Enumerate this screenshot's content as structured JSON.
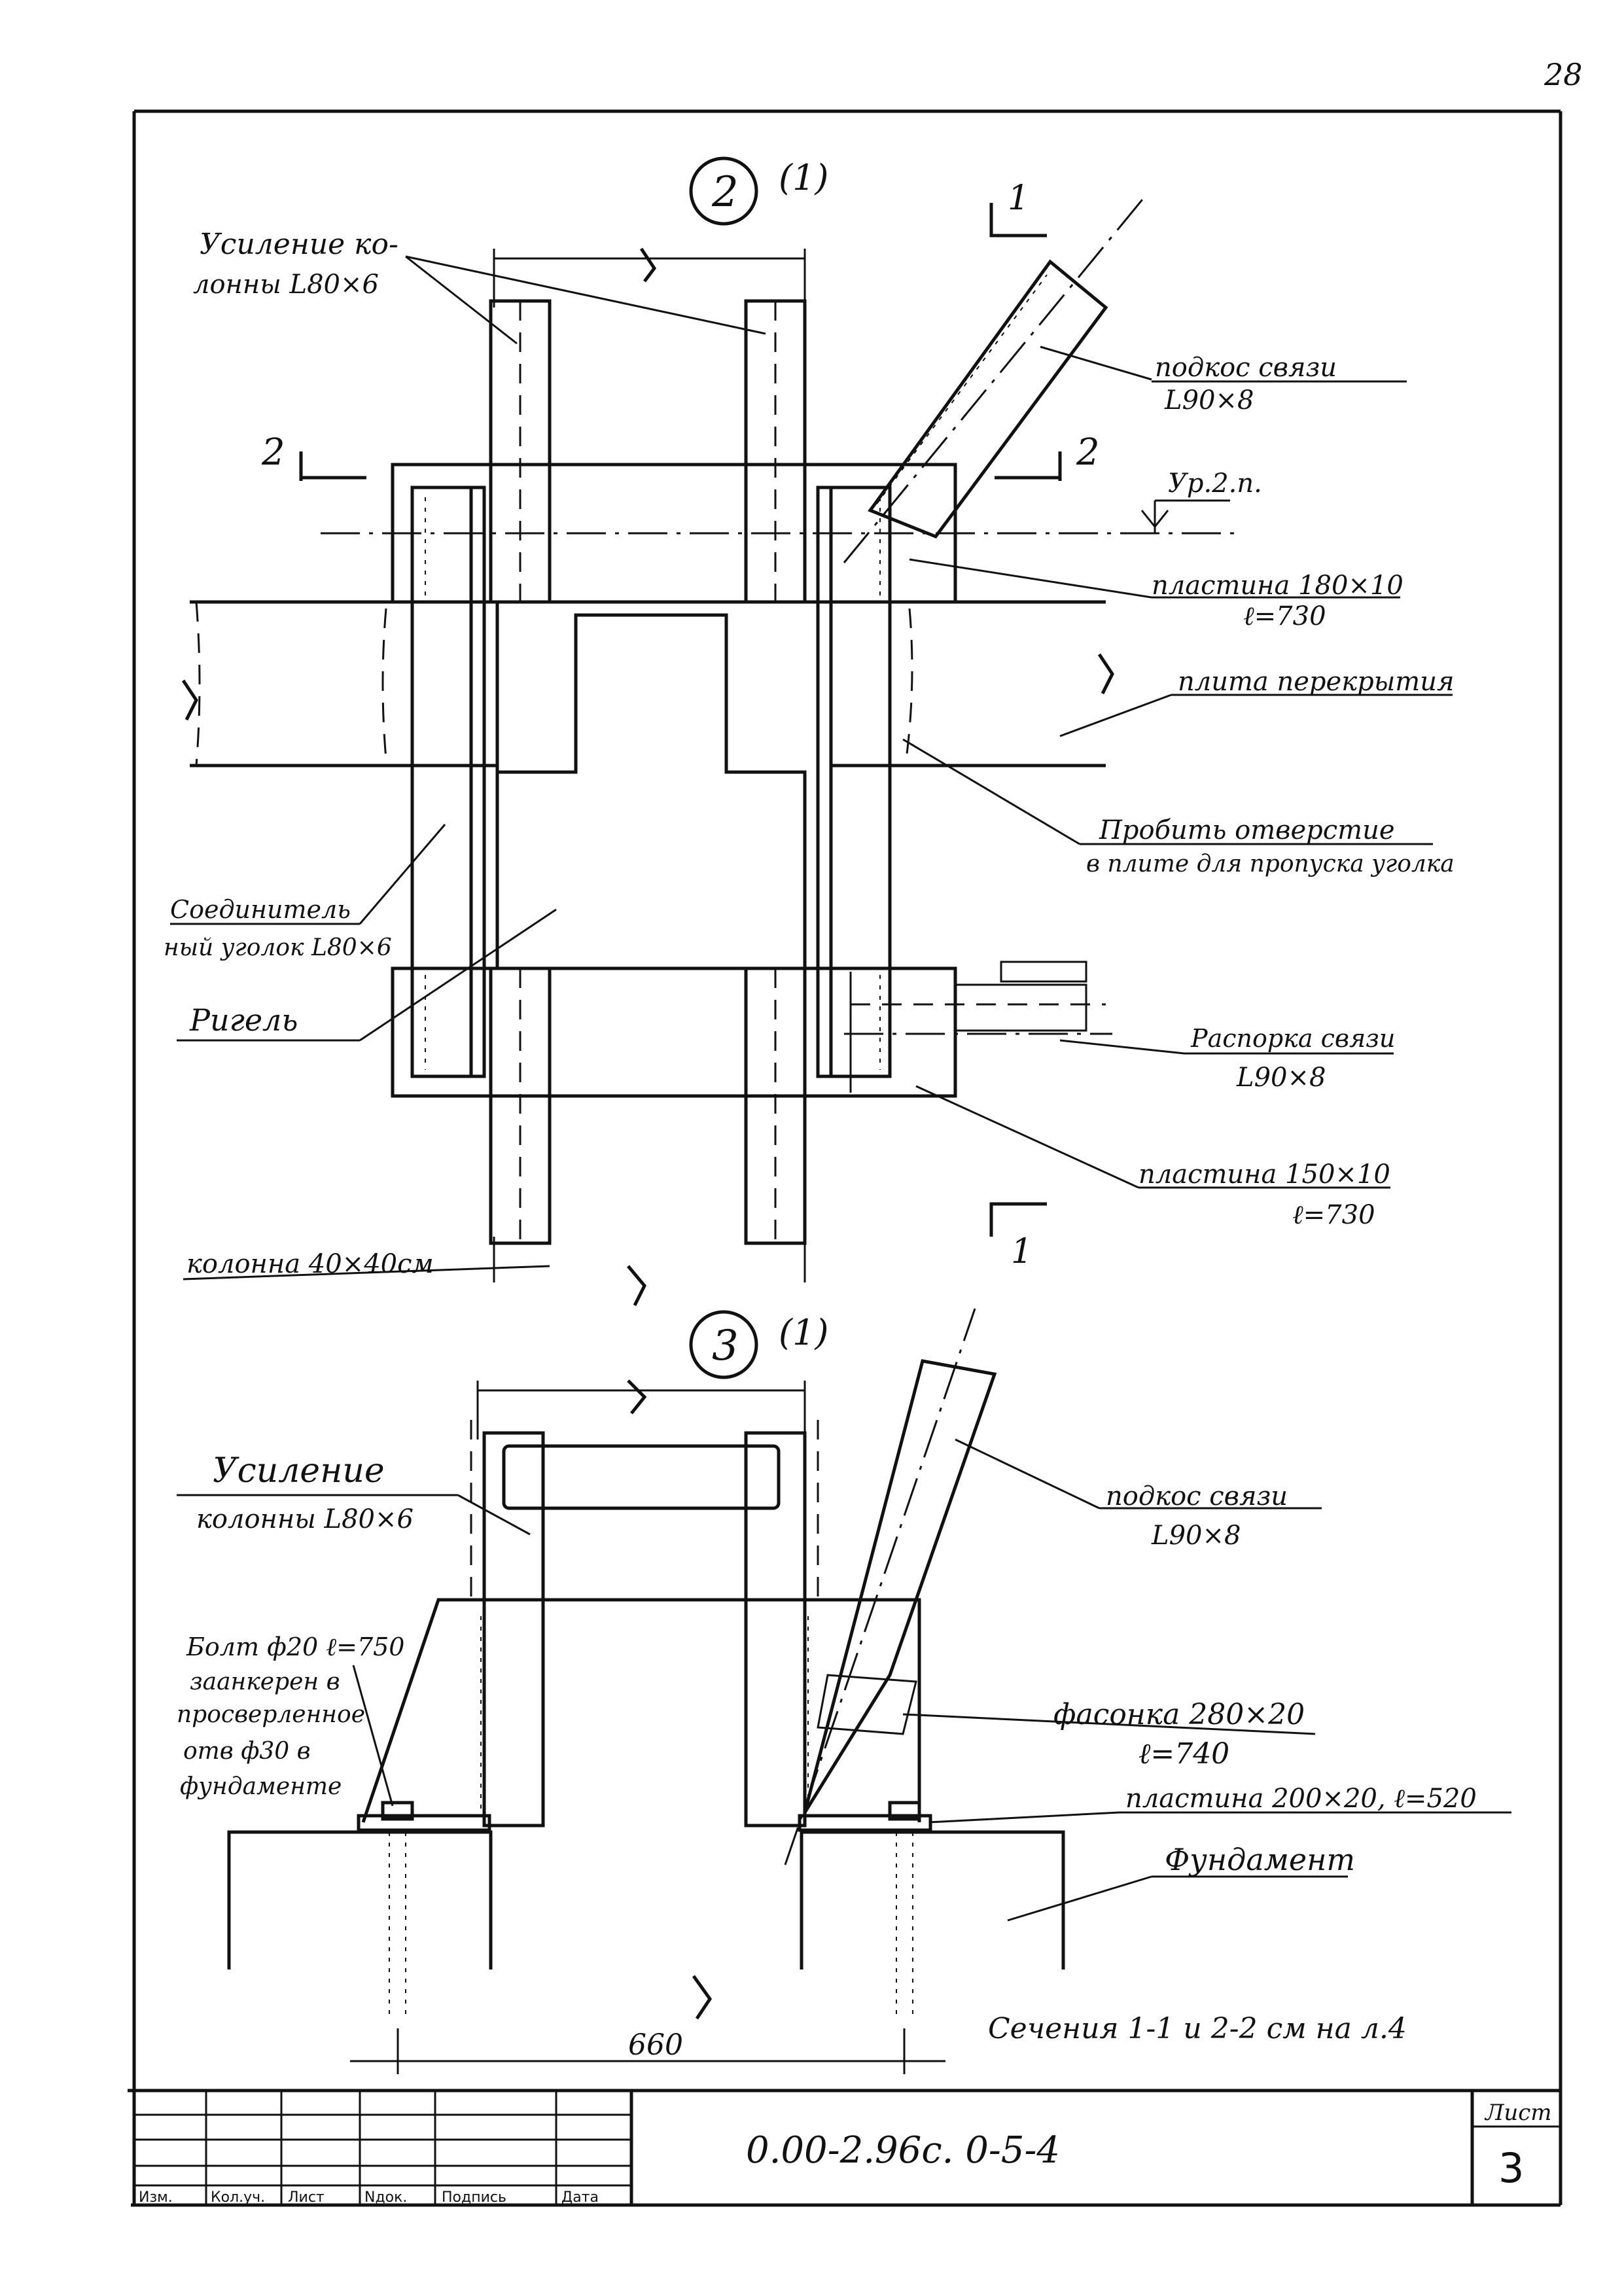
{
  "page_number": "28",
  "detail_2": {
    "number": "2",
    "ref": "(1)",
    "labels": {
      "column_reinf": [
        "Усиление ко-",
        "лонны L80×6"
      ],
      "brace": [
        "подкос связи",
        "L90×8"
      ],
      "level": "Ур.2.п.",
      "plate_top": [
        "пластина 180×10",
        "ℓ=730"
      ],
      "slab": "плита перекрытия",
      "punch": [
        "Пробить отверстие",
        "в плите для пропуска уголка"
      ],
      "connector": [
        "Соединитель",
        "ный уголок L80×6"
      ],
      "girder": "Ригель",
      "strut": [
        "Распорка связи",
        "L90×8"
      ],
      "plate_bottom": [
        "пластина 150×10",
        "ℓ=730"
      ],
      "column": "колонна 40×40см"
    },
    "section_marks": {
      "s1_top": "1",
      "s1_bottom": "1",
      "s2_left": "2",
      "s2_right": "2"
    }
  },
  "detail_3": {
    "number": "3",
    "ref": "(1)",
    "labels": {
      "column_reinf": [
        "Усиление",
        "колонны L80×6"
      ],
      "brace": [
        "подкос связи",
        "L90×8"
      ],
      "bolt": [
        "Болт ф20 ℓ=750",
        "заанкерен в",
        "просверленное",
        "отв ф30 в",
        "фундаменте"
      ],
      "gusset": [
        "фасонка 280×20",
        "ℓ=740"
      ],
      "plate": "пластина 200×20, ℓ=520",
      "foundation": "Фундамент",
      "dim": "660"
    }
  },
  "note": "Сечения 1-1 и 2-2 см на л.4",
  "title_block": {
    "code": "0.00-2.96с. 0-5-4",
    "sheet_label": "Лист",
    "sheet_no": "3",
    "columns": [
      "Изм.",
      "Кол.уч.",
      "Лист",
      "Nдок.",
      "Подпись",
      "Дата"
    ]
  }
}
